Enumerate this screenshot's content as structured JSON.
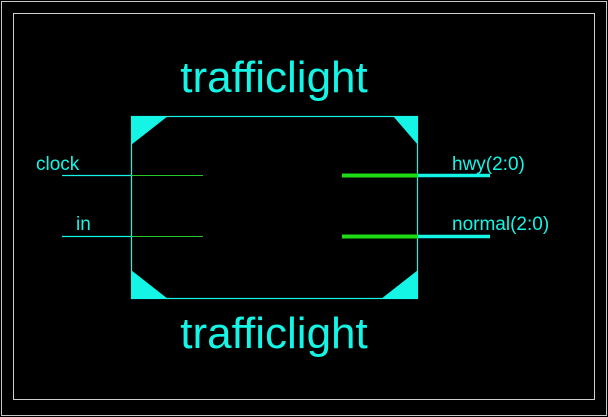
{
  "symbol": {
    "name_top": "trafficlight",
    "name_bottom": "trafficlight"
  },
  "ports": {
    "inputs": [
      {
        "label": "clock",
        "width": 1
      },
      {
        "label": "in",
        "width": 1
      }
    ],
    "outputs": [
      {
        "label": "hwy(2:0)",
        "width": 3
      },
      {
        "label": "normal(2:0)",
        "width": 3
      }
    ]
  },
  "colors": {
    "background": "#000000",
    "frame": "#c8c8c8",
    "symbol": "#14f5e6",
    "bus": "#1edc14",
    "internal_wire": "#28c828"
  }
}
